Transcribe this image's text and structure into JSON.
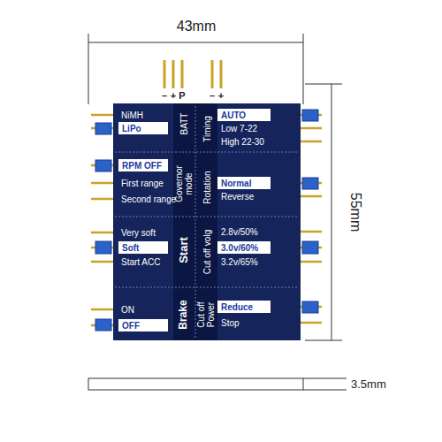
{
  "diagram": {
    "nodes": [
      {
        "text": [
          "LiPo"
        ]
      },
      {
        "text": [
          "AUTO"
        ]
      },
      {
        "text": [
          "RPM OFF"
        ]
      },
      {
        "text": [
          "Normal"
        ]
      },
      {
        "text": [
          "Soft"
        ]
      },
      {
        "text": [
          "3.0v/60%"
        ]
      },
      {
        "text": [
          "OFF"
        ]
      },
      {
        "text": [
          "Reduce"
        ]
      }
    ],
    "labels": [
      "43mm",
      "55mm",
      "3.5mm",
      "–",
      "+",
      "P",
      "–",
      "+",
      "NiMH",
      "BATT",
      "Timing",
      "Low 7-22",
      "High 22-30",
      "First range",
      "Second range",
      "Governor mode",
      "Rotation",
      "Reverse",
      "Very soft",
      "Start ACC",
      "Start",
      "Cut off volg",
      "2.8v/50%",
      "3.2v/65%",
      "ON",
      "Brake",
      "Cut off Power",
      "Stop"
    ]
  }
}
